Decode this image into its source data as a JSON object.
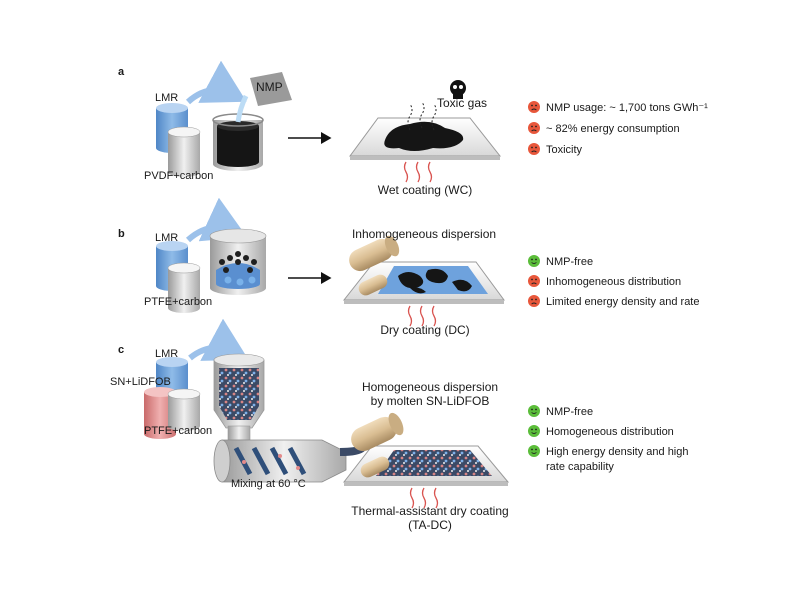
{
  "panels": [
    {
      "tag": "a",
      "materials": [
        "LMR",
        "PVDF+carbon"
      ],
      "solvent": "NMP",
      "gas": "Toxic gas",
      "process": "Wet coating (WC)",
      "outcomes": [
        {
          "text": "NMP usage: ~ 1,700 tons GWh⁻¹",
          "status": "negative"
        },
        {
          "text": "~ 82% energy consumption",
          "status": "negative"
        },
        {
          "text": "Toxicity",
          "status": "negative"
        }
      ]
    },
    {
      "tag": "b",
      "materials": [
        "LMR",
        "PTFE+carbon"
      ],
      "dispersion": "Inhomogeneous dispersion",
      "process": "Dry coating (DC)",
      "outcomes": [
        {
          "text": "NMP-free",
          "status": "positive"
        },
        {
          "text": "Inhomogeneous distribution",
          "status": "negative"
        },
        {
          "text": "Limited energy density and rate",
          "status": "negative"
        }
      ]
    },
    {
      "tag": "c",
      "materials": [
        "LMR",
        "SN+LiDFOB",
        "PTFE+carbon"
      ],
      "mixing": "Mixing at 60 °C",
      "dispersion_line1": "Homogeneous dispersion",
      "dispersion_line2": "by molten SN-LiDFOB",
      "process_line1": "Thermal-assistant dry coating",
      "process_line2": "(TA-DC)",
      "outcomes": [
        {
          "text": "NMP-free",
          "status": "positive"
        },
        {
          "text": "Homogeneous distribution",
          "status": "positive"
        },
        {
          "text": "High energy density and high",
          "text2": "rate capability",
          "status": "positive"
        }
      ]
    }
  ],
  "colors": {
    "negative": "#e8573b",
    "positive": "#5bbd3a",
    "lmr": "#6fa3dc",
    "additive": "#e48a8a",
    "binder": "#d6d6d6",
    "roller": "#d9c19b",
    "slurry": "#1c1c1c",
    "heat": "#d9534f",
    "arrow_curve": "#9cc1ea"
  }
}
